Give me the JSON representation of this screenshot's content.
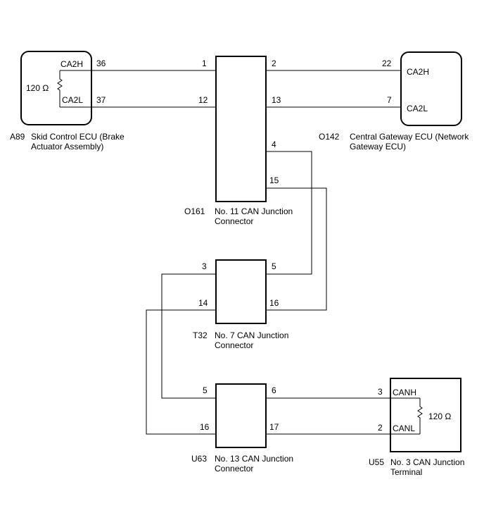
{
  "ecu_a89": {
    "code": "A89",
    "name_line1": "Skid Control ECU (Brake",
    "name_line2": "Actuator Assembly)",
    "resistor": "120 Ω",
    "pins": [
      {
        "signal": "CA2H",
        "number": "36"
      },
      {
        "signal": "CA2L",
        "number": "37"
      }
    ]
  },
  "ecu_o142": {
    "code": "O142",
    "name_line1": "Central Gateway ECU (Network",
    "name_line2": "Gateway ECU)",
    "pins": [
      {
        "signal": "CA2H",
        "number": "22"
      },
      {
        "signal": "CA2L",
        "number": "7"
      }
    ]
  },
  "connector_o161": {
    "code": "O161",
    "name_line1": "No. 11 CAN Junction",
    "name_line2": "Connector",
    "pins": {
      "p1": "1",
      "p2": "2",
      "p12": "12",
      "p13": "13",
      "p4": "4",
      "p15": "15"
    }
  },
  "connector_t32": {
    "code": "T32",
    "name_line1": "No. 7 CAN Junction",
    "name_line2": "Connector",
    "pins": {
      "p3": "3",
      "p5": "5",
      "p14": "14",
      "p16": "16"
    }
  },
  "connector_u63": {
    "code": "U63",
    "name_line1": "No. 13 CAN Junction",
    "name_line2": "Connector",
    "pins": {
      "p5": "5",
      "p6": "6",
      "p16": "16",
      "p17": "17"
    }
  },
  "terminal_u55": {
    "code": "U55",
    "name_line1": "No. 3 CAN Junction",
    "name_line2": "Terminal",
    "resistor": "120 Ω",
    "pins": [
      {
        "signal": "CANH",
        "number": "3"
      },
      {
        "signal": "CANL",
        "number": "2"
      }
    ]
  }
}
